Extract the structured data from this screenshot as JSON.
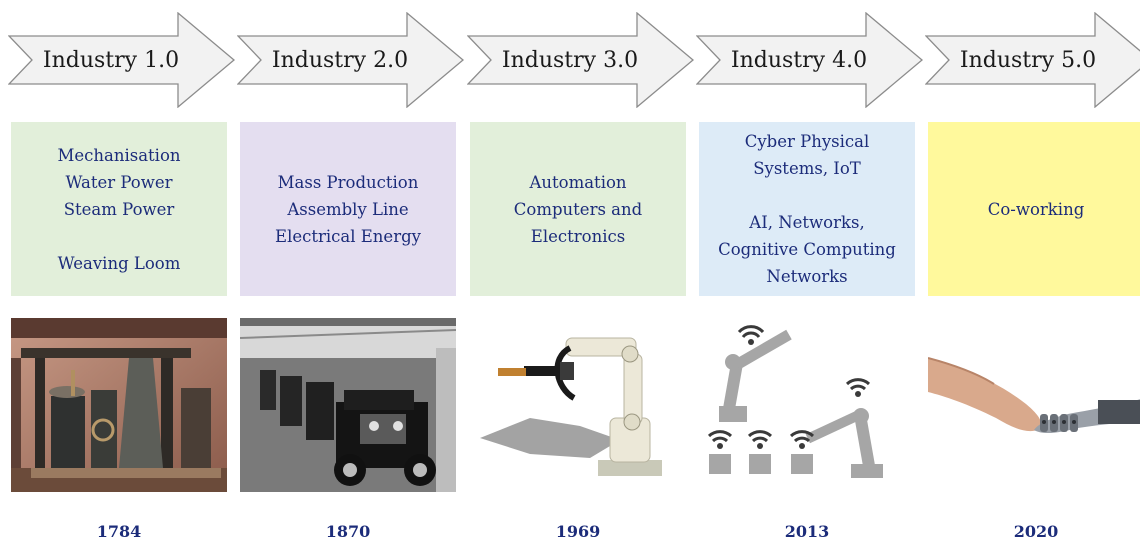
{
  "stages": [
    {
      "title": "Industry 1.0",
      "box_color": "#e2efda",
      "lines_a": [
        "Mechanisation",
        "Water Power",
        "Steam Power"
      ],
      "lines_b": [
        "Weaving Loom"
      ],
      "image_icon": "steam-engine-photo",
      "year": "1784"
    },
    {
      "title": "Industry 2.0",
      "box_color": "#e4def0",
      "lines_a": [
        "Mass Production",
        "Assembly Line",
        "Electrical Energy"
      ],
      "lines_b": [],
      "image_icon": "assembly-line-cars-photo",
      "year": "1870"
    },
    {
      "title": "Industry 3.0",
      "box_color": "#e2efda",
      "lines_a": [
        "Automation",
        "Computers and",
        "Electronics"
      ],
      "lines_b": [],
      "image_icon": "industrial-robot-arm-photo",
      "year": "1969"
    },
    {
      "title": "Industry 4.0",
      "box_color": "#ddebf7",
      "lines_a": [
        "Cyber Physical",
        "Systems, IoT"
      ],
      "lines_b": [
        "AI, Networks,",
        "Cognitive Computing",
        "Networks"
      ],
      "image_icon": "connected-robots-wifi-icon",
      "year": "2013"
    },
    {
      "title": "Industry 5.0",
      "box_color": "#fff99c",
      "lines_a": [
        "Co-working"
      ],
      "lines_b": [],
      "image_icon": "human-robot-handshake-photo",
      "year": "2020"
    }
  ],
  "colors": {
    "arrow_fill": "#f2f2f2",
    "arrow_stroke": "#8c8c8c",
    "text_blue": "#1c2c7a"
  }
}
